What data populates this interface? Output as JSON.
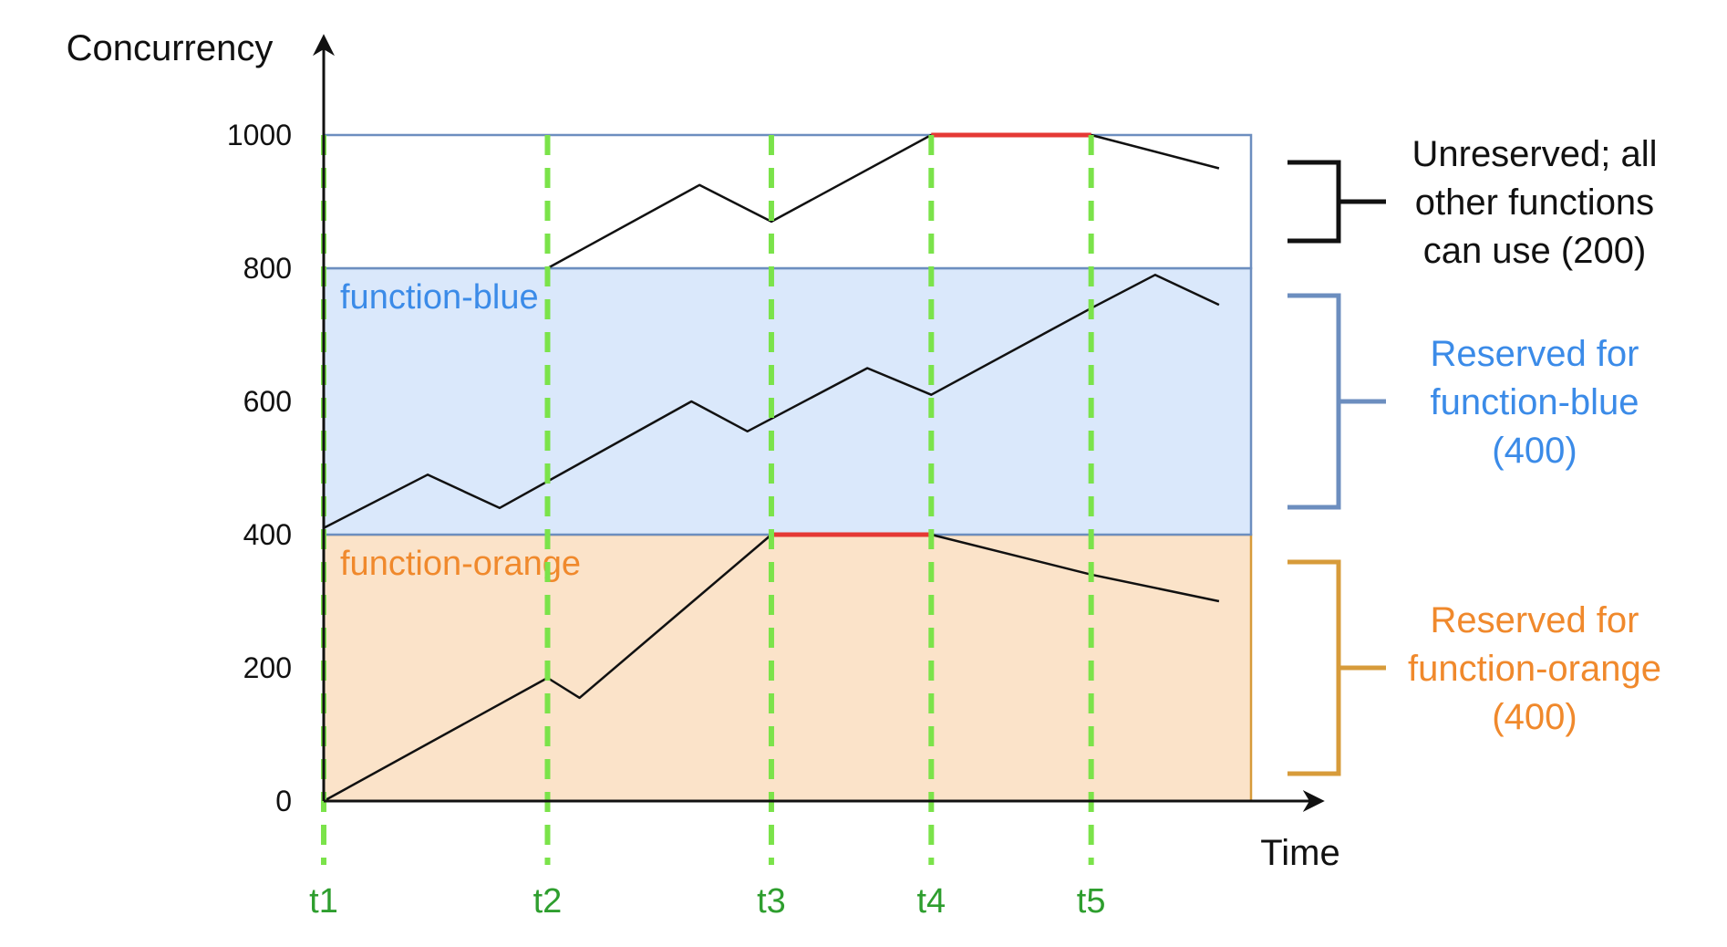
{
  "chart_data": {
    "type": "line",
    "ylabel": "Concurrency",
    "xlabel": "Time",
    "ylim": [
      0,
      1000
    ],
    "xlim": [
      0,
      5.8
    ],
    "yticks": [
      0,
      200,
      400,
      600,
      800,
      1000
    ],
    "time_markers": [
      {
        "label": "t1",
        "x": 0
      },
      {
        "label": "t2",
        "x": 1.4
      },
      {
        "label": "t3",
        "x": 2.8
      },
      {
        "label": "t4",
        "x": 3.8
      },
      {
        "label": "t5",
        "x": 4.8
      }
    ],
    "regions": [
      {
        "label": "function-orange",
        "y0": 0,
        "y1": 400,
        "fill": "#fbe3c9",
        "stroke": "#d79b3a",
        "text_color": "#f0892c"
      },
      {
        "label": "function-blue",
        "y0": 400,
        "y1": 800,
        "fill": "#dae8fb",
        "stroke": "#6c8ebf",
        "text_color": "#3b8be8"
      },
      {
        "label": "",
        "y0": 800,
        "y1": 1000,
        "fill": "#ffffff",
        "stroke": "#6c8ebf",
        "text_color": "#111111"
      }
    ],
    "series": [
      {
        "points": [
          [
            0,
            0
          ],
          [
            1.4,
            185
          ],
          [
            1.6,
            155
          ],
          [
            2.8,
            400
          ],
          [
            3.8,
            400
          ],
          [
            4.8,
            340
          ],
          [
            5.6,
            300
          ]
        ],
        "throttled_segment": [
          2.8,
          3.8
        ]
      },
      {
        "points": [
          [
            0,
            410
          ],
          [
            0.65,
            490
          ],
          [
            1.1,
            440
          ],
          [
            2.3,
            600
          ],
          [
            2.65,
            555
          ],
          [
            3.4,
            650
          ],
          [
            3.8,
            610
          ],
          [
            4.8,
            740
          ],
          [
            5.2,
            790
          ],
          [
            5.6,
            745
          ]
        ],
        "throttled_segment": null
      },
      {
        "points": [
          [
            1.4,
            800
          ],
          [
            2.35,
            925
          ],
          [
            2.8,
            870
          ],
          [
            3.8,
            1000
          ],
          [
            4.8,
            1000
          ],
          [
            5.6,
            950
          ]
        ],
        "throttled_segment": [
          3.8,
          4.8
        ]
      }
    ],
    "annotations": [
      {
        "lines": [
          "Unreserved; all",
          "other functions",
          "can use (200)"
        ],
        "y0": 800,
        "y1": 1000,
        "color": "#111111",
        "bracket_color": "#111111"
      },
      {
        "lines": [
          "Reserved for",
          "function-blue",
          "(400)"
        ],
        "y0": 400,
        "y1": 800,
        "color": "#3b8be8",
        "bracket_color": "#6c8ebf"
      },
      {
        "lines": [
          "Reserved for",
          "function-orange",
          "(400)"
        ],
        "y0": 0,
        "y1": 400,
        "color": "#f0892c",
        "bracket_color": "#d79b3a"
      }
    ],
    "colors": {
      "line": "#111111",
      "throttle": "#e53935",
      "marker": "#7be34a",
      "axis": "#111111"
    }
  }
}
